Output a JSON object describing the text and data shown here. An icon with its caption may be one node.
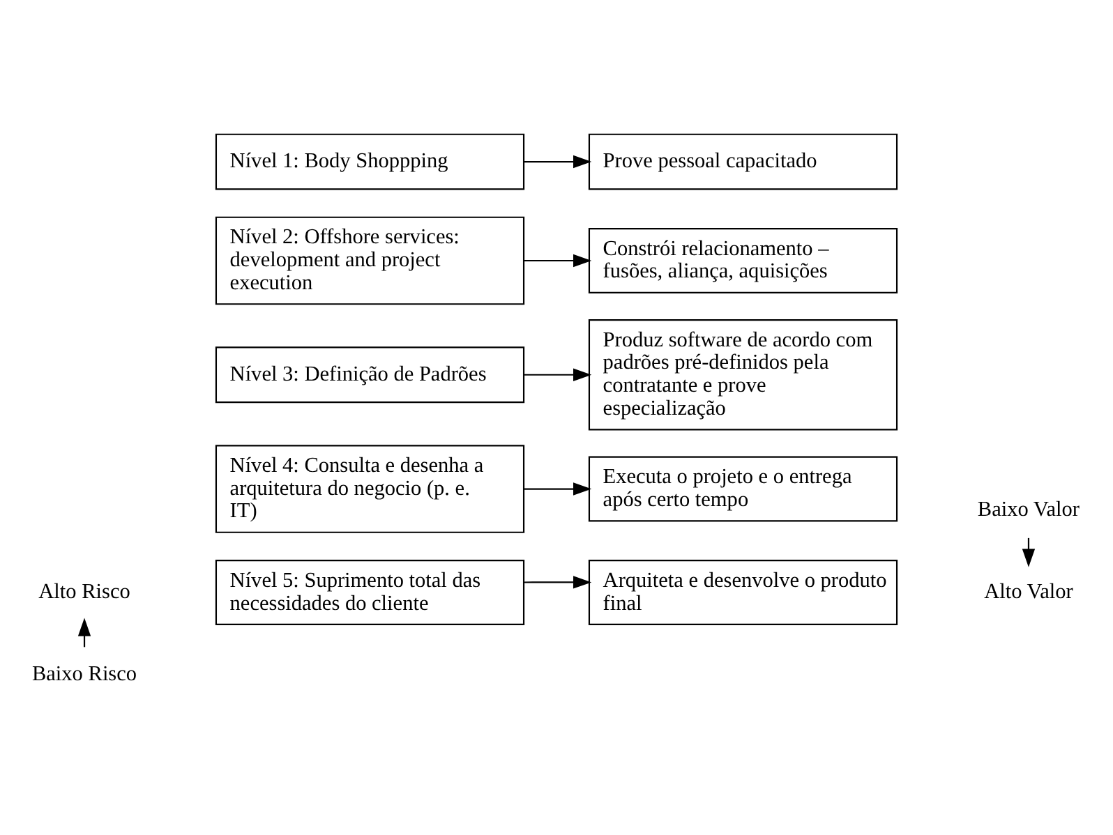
{
  "diagram": {
    "nodes": [
      {
        "text": [
          "Nível 5: Suprimento total das necessidades do cliente"
        ]
      },
      {
        "text": [
          "Nível 4: Consulta e desenha a arquitetura do negocio (p. e. IT)"
        ]
      },
      {
        "text": [
          "Nível 3: Definição de Padrões"
        ]
      },
      {
        "text": [
          "Nível 2: Offshore services: development and project execution"
        ]
      },
      {
        "text": [
          "Nível 1: Body Shoppping"
        ]
      },
      {
        "text": [
          "Arquiteta e desenvolve o produto final"
        ]
      },
      {
        "text": [
          "Executa o projeto e o entrega após certo tempo"
        ]
      },
      {
        "text": [
          "Produz software de acordo com padrões pré-definidos pela contratante e prove especialização"
        ]
      },
      {
        "text": [
          "Constrói relacionamento – fusões, aliança, aquisições"
        ]
      },
      {
        "text": [
          "Prove pessoal capacitado"
        ]
      },
      {
        "text": [
          "Alto Risco"
        ]
      },
      {
        "text": [
          "Baixo Risco"
        ]
      },
      {
        "text": [
          "Alto Valor"
        ]
      },
      {
        "text": [
          "Baixo Valor"
        ]
      }
    ],
    "edges": [
      {
        "from": 0,
        "to": 5,
        "arrow": "to"
      },
      {
        "from": 1,
        "to": 6,
        "arrow": "to"
      },
      {
        "from": 2,
        "to": 7,
        "arrow": "to"
      },
      {
        "from": 3,
        "to": 8,
        "arrow": "to"
      },
      {
        "from": 4,
        "to": 9,
        "arrow": "to"
      },
      {
        "from": 11,
        "to": 10,
        "arrow": "to"
      },
      {
        "from": 13,
        "to": 12,
        "arrow": "to"
      }
    ]
  }
}
